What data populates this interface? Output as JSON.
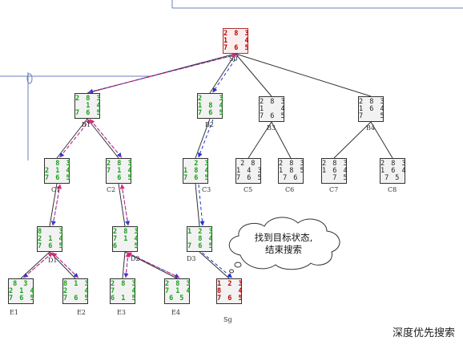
{
  "diagram": {
    "caption": "深度优先搜索",
    "cloud_lines": [
      "找到目标状态,",
      "结束搜索"
    ],
    "nodes": [
      {
        "id": "S0",
        "label": "S0",
        "style": "red",
        "rows": [
          "2 8 3",
          "1   4",
          "7 6 5"
        ]
      },
      {
        "id": "B1",
        "label": "B1",
        "style": "green",
        "rows": [
          "2 8 3",
          "  1 4",
          "7 6 5"
        ]
      },
      {
        "id": "B2",
        "label": "B2",
        "style": "green",
        "rows": [
          "2   3",
          "1 8 4",
          "7 6 5"
        ]
      },
      {
        "id": "B3",
        "label": "B3",
        "style": "black",
        "rows": [
          "2 8 3",
          "1   4",
          "7 6 5"
        ]
      },
      {
        "id": "B4",
        "label": "B4",
        "style": "black",
        "rows": [
          "2 8 3",
          "1 6 4",
          "7   5"
        ]
      },
      {
        "id": "C1",
        "label": "C1",
        "style": "green",
        "rows": [
          "  8 3",
          "2 1 4",
          "7 6 5"
        ]
      },
      {
        "id": "C2",
        "label": "C2",
        "style": "green",
        "rows": [
          "2 8 3",
          "7 1 4",
          "  6 5"
        ]
      },
      {
        "id": "C3",
        "label": "C3",
        "style": "green",
        "rows": [
          "  2 3",
          "1 8 4",
          "7 6 5"
        ]
      },
      {
        "id": "C5",
        "label": "C5",
        "style": "black",
        "rows": [
          "2 8",
          "1 4 3",
          "7 6 5"
        ]
      },
      {
        "id": "C6",
        "label": "C6",
        "style": "black",
        "rows": [
          "2 8 3",
          "1 8 5",
          "7 6"
        ]
      },
      {
        "id": "C7",
        "label": "C7",
        "style": "black",
        "rows": [
          "2 8 3",
          "1 6 4",
          "  7 5"
        ]
      },
      {
        "id": "C8",
        "label": "C8",
        "style": "black",
        "rows": [
          "2 8 3",
          "1 6 4",
          "7 5"
        ]
      },
      {
        "id": "D1",
        "label": "D1",
        "style": "green",
        "rows": [
          "8   3",
          "2 1 4",
          "7 6 5"
        ]
      },
      {
        "id": "D2",
        "label": "D2",
        "style": "green",
        "rows": [
          "2 8 3",
          "7 1 4",
          "6   5"
        ]
      },
      {
        "id": "D3",
        "label": "D3",
        "style": "green",
        "rows": [
          "1 2 3",
          "  8 4",
          "7 6 5"
        ]
      },
      {
        "id": "E1",
        "label": "E1",
        "style": "green",
        "rows": [
          "8 3",
          "2 1 4",
          "7 6 5"
        ]
      },
      {
        "id": "E2",
        "label": "E2",
        "style": "green",
        "rows": [
          "8 1 3",
          "2   4",
          "7 6 5"
        ]
      },
      {
        "id": "E3",
        "label": "E3",
        "style": "green",
        "rows": [
          "2 8 3",
          "7   4",
          "6 1 5"
        ]
      },
      {
        "id": "E4",
        "label": "E4",
        "style": "green",
        "rows": [
          "2 8 3",
          "7 1 4",
          "6 5"
        ]
      },
      {
        "id": "Sg",
        "label": "Sg",
        "style": "red",
        "rows": [
          "1 2 3",
          "8   4",
          "7 6 5"
        ]
      }
    ],
    "edges": [
      [
        "S0",
        "B1"
      ],
      [
        "S0",
        "B2"
      ],
      [
        "S0",
        "B3"
      ],
      [
        "S0",
        "B4"
      ],
      [
        "B1",
        "C1"
      ],
      [
        "B1",
        "C2"
      ],
      [
        "B2",
        "C3"
      ],
      [
        "B3",
        "C5"
      ],
      [
        "B3",
        "C6"
      ],
      [
        "B4",
        "C7"
      ],
      [
        "B4",
        "C8"
      ],
      [
        "C1",
        "D1"
      ],
      [
        "C2",
        "D2"
      ],
      [
        "C3",
        "D3"
      ],
      [
        "D1",
        "E1"
      ],
      [
        "D1",
        "E2"
      ],
      [
        "D2",
        "E3"
      ],
      [
        "D2",
        "E4"
      ],
      [
        "D3",
        "Sg"
      ]
    ],
    "search_path": [
      "S0",
      "B1",
      "C1",
      "D1",
      "E1",
      "D1",
      "E2",
      "D1",
      "C1",
      "B1",
      "C2",
      "D2",
      "E3",
      "D2",
      "E4",
      "D2",
      "C2",
      "B1",
      "S0",
      "B2",
      "C3",
      "D3",
      "Sg"
    ],
    "colors": {
      "forward": "#2233cc",
      "backtrack": "#dd2277",
      "edge": "#333333",
      "green": "#1aa01a",
      "red": "#c00000"
    }
  }
}
